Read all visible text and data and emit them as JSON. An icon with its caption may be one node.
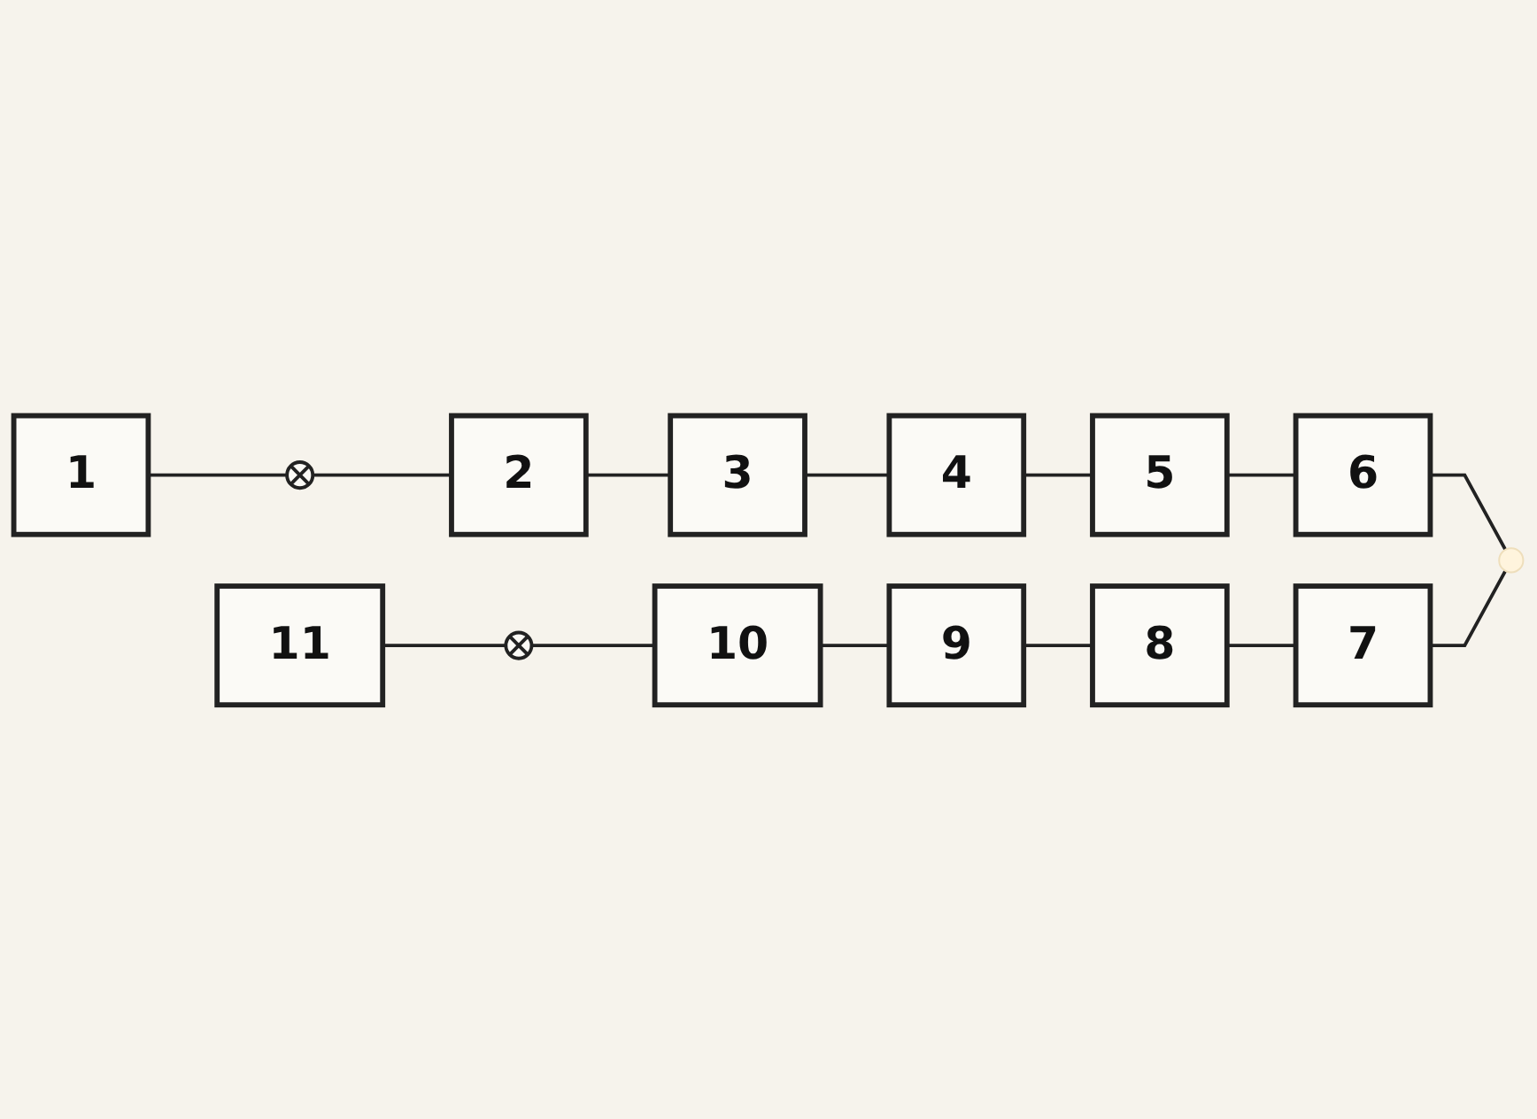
{
  "diagram": {
    "nodes": [
      {
        "text": [
          "1"
        ]
      },
      {
        "text": [],
        "shape": "circle"
      },
      {
        "text": [
          "2"
        ]
      },
      {
        "text": [
          "3"
        ]
      },
      {
        "text": [
          "4"
        ]
      },
      {
        "text": [
          "5"
        ]
      },
      {
        "text": [
          "6"
        ]
      },
      {
        "text": [
          "11"
        ]
      },
      {
        "text": [],
        "shape": "circle"
      },
      {
        "text": [
          "10"
        ]
      },
      {
        "text": [
          "9"
        ]
      },
      {
        "text": [
          "8"
        ]
      },
      {
        "text": [
          "7"
        ]
      }
    ],
    "edges": [
      {
        "from": 0,
        "to": 1,
        "arrow": "none"
      },
      {
        "from": 1,
        "to": 2,
        "arrow": "none"
      },
      {
        "from": 2,
        "to": 3,
        "arrow": "none"
      },
      {
        "from": 3,
        "to": 4,
        "arrow": "none"
      },
      {
        "from": 4,
        "to": 5,
        "arrow": "none"
      },
      {
        "from": 5,
        "to": 6,
        "arrow": "none"
      },
      {
        "from": 6,
        "to": null,
        "arrow": "none"
      },
      {
        "from": 7,
        "to": 8,
        "arrow": "none"
      },
      {
        "from": 8,
        "to": 9,
        "arrow": "none"
      },
      {
        "from": 9,
        "to": 10,
        "arrow": "none"
      },
      {
        "from": 10,
        "to": 11,
        "arrow": "none"
      },
      {
        "from": 11,
        "to": 12,
        "arrow": "none"
      },
      {
        "from": 12,
        "to": null,
        "arrow": "none"
      }
    ]
  }
}
